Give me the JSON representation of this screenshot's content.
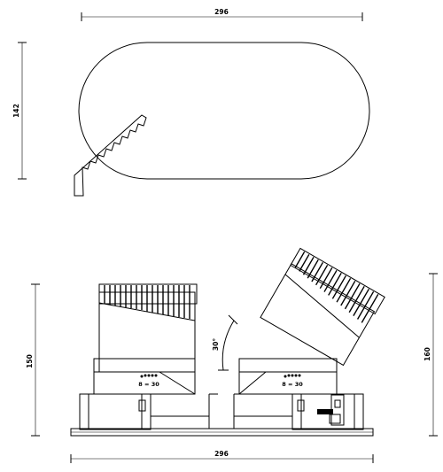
{
  "top_view": {
    "width_label": "296",
    "height_label": "142"
  },
  "side_view": {
    "width_label": "296",
    "left_height_label": "150",
    "right_height_label": "160",
    "tilt_label": "30°",
    "left_module_marking": "8 = 30",
    "right_module_marking": "8 = 30"
  }
}
